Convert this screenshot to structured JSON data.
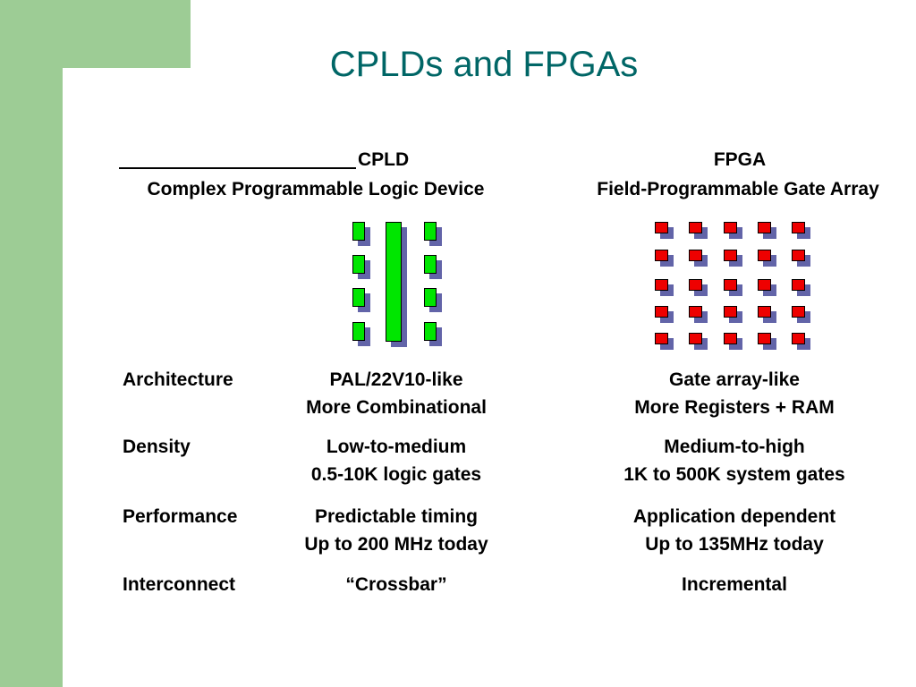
{
  "slide": {
    "title": "CPLDs and FPGAs",
    "colors": {
      "title": "#006666",
      "decoration": "#9dcc95",
      "cpld_block": "#00e600",
      "fpga_block": "#ee0000",
      "shadow": "#6264a8"
    }
  },
  "columns": {
    "cpld": {
      "name": "CPLD",
      "full_name": "Complex Programmable Logic Device"
    },
    "fpga": {
      "name": "FPGA",
      "full_name": "Field-Programmable Gate Array"
    }
  },
  "diagram_icons": {
    "cpld": "cpld-block-diagram-icon",
    "fpga": "fpga-grid-diagram-icon"
  },
  "rows": [
    {
      "label": "Architecture",
      "cpld": [
        "PAL/22V10-like",
        "More Combinational"
      ],
      "fpga": [
        "Gate array-like",
        "More Registers + RAM"
      ]
    },
    {
      "label": "Density",
      "cpld": [
        "Low-to-medium",
        "0.5-10K logic gates"
      ],
      "fpga": [
        "Medium-to-high",
        "1K to 500K system gates"
      ]
    },
    {
      "label": "Performance",
      "cpld": [
        "Predictable timing",
        "Up to 200 MHz today"
      ],
      "fpga": [
        "Application dependent",
        "Up to 135MHz today"
      ]
    },
    {
      "label": "Interconnect",
      "cpld": [
        "“Crossbar”"
      ],
      "fpga": [
        "Incremental"
      ]
    }
  ]
}
